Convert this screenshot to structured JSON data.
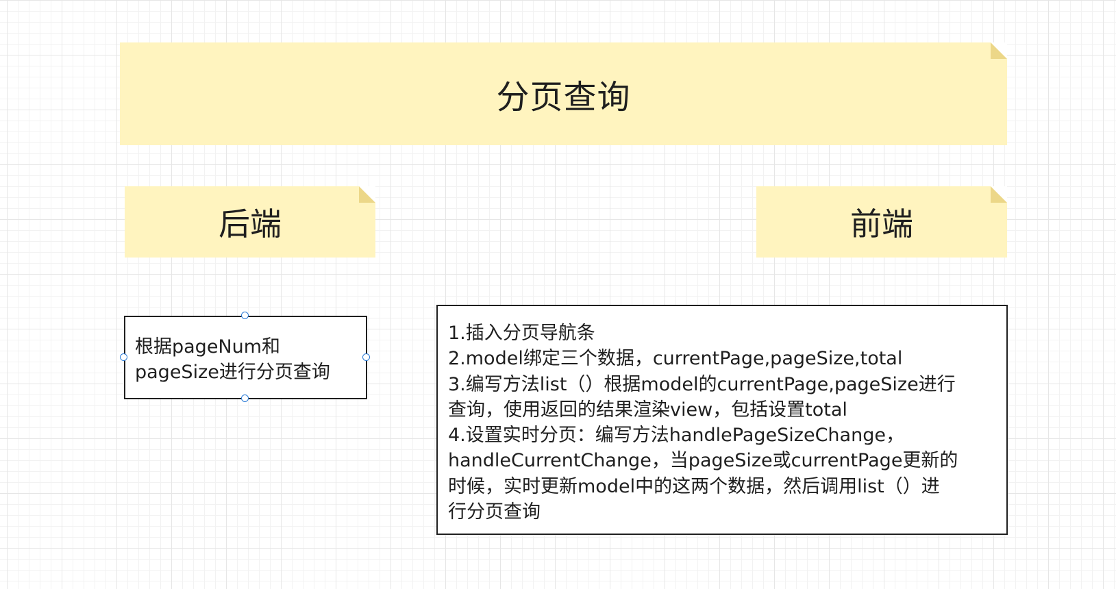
{
  "title_note": {
    "text": "分页查询"
  },
  "backend_note": {
    "text": "后端"
  },
  "frontend_note": {
    "text": "前端"
  },
  "backend_box": {
    "lines": [
      "根据pageNum和",
      "pageSize进行分页查询"
    ]
  },
  "frontend_box": {
    "lines": [
      "1.插入分页导航条",
      "2.model绑定三个数据，currentPage,pageSize,total",
      "3.编写方法list（）根据model的currentPage,pageSize进行",
      "查询，使用返回的结果渲染view，包括设置total",
      "4.设置实时分页：编写方法handlePageSizeChange，",
      "handleCurrentChange，当pageSize或currentPage更新的",
      "时候，实时更新model中的这两个数据，然后调用list（）进",
      "行分页查询"
    ]
  },
  "colors": {
    "note_fill": "#fff4bf",
    "note_fold": "#ecd788",
    "box_border": "#1f1f1f",
    "selection_handle": "#2b7bd6"
  }
}
